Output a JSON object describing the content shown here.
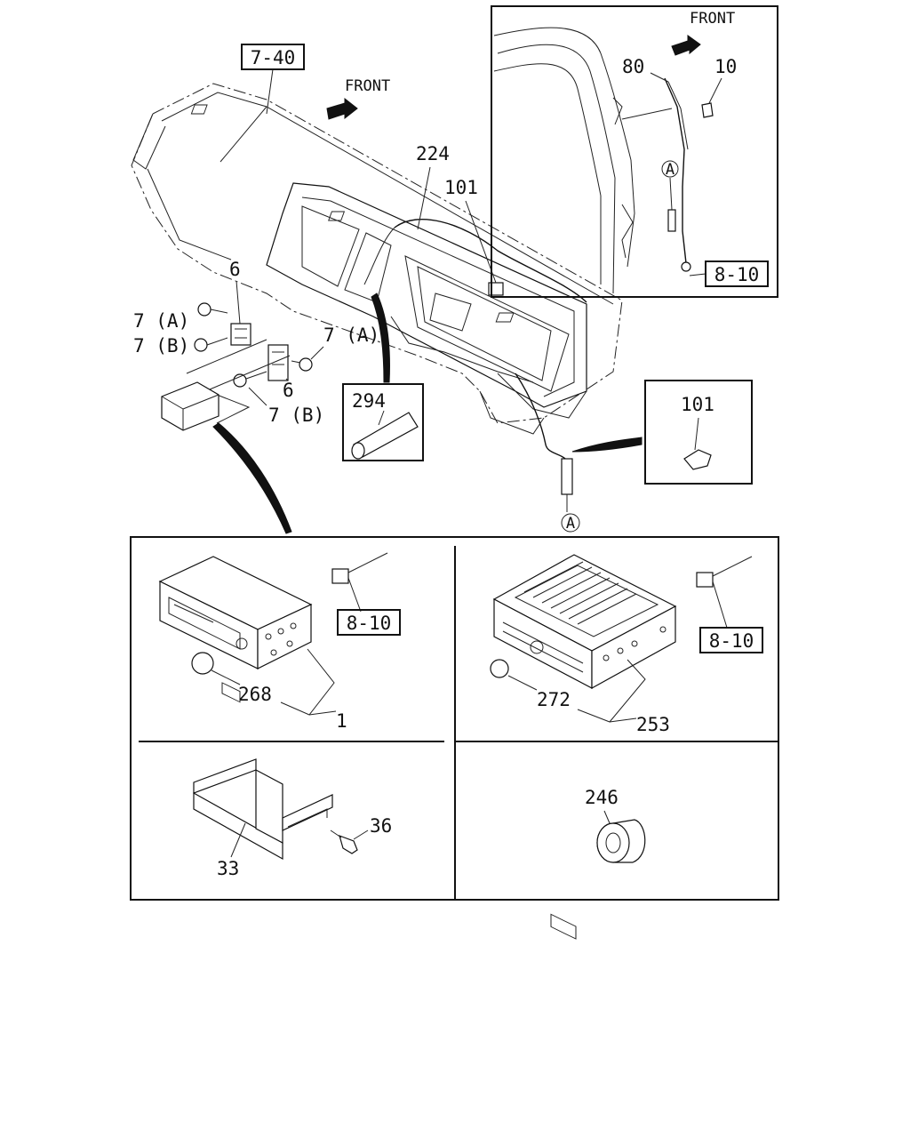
{
  "diagram": {
    "direction_labels": {
      "main": "FRONT",
      "inset": "FRONT"
    },
    "reference_boxes": {
      "dash_ref": "7-40",
      "inset_ref": "8-10",
      "radio_left_ref": "8-10",
      "radio_right_ref": "8-10"
    },
    "part_callouts": {
      "harness": "224",
      "clip_main": "101",
      "bracket_upper": "6",
      "bracket_lower": "6",
      "bolt_a_left": "7 (A)",
      "bolt_b_left": "7 (B)",
      "bolt_a_right": "7 (A)",
      "bolt_b_lower": "7 (B)",
      "tube": "294",
      "clip_detail": "101",
      "antenna_rod": "80",
      "antenna_bolt": "10",
      "knob_left": "268",
      "radio_left": "1",
      "knob_right": "272",
      "radio_right": "253",
      "pocket": "33",
      "screw": "36",
      "spacer": "246"
    },
    "connector_markers": {
      "inset_marker": "A",
      "lead_marker": "A"
    }
  }
}
